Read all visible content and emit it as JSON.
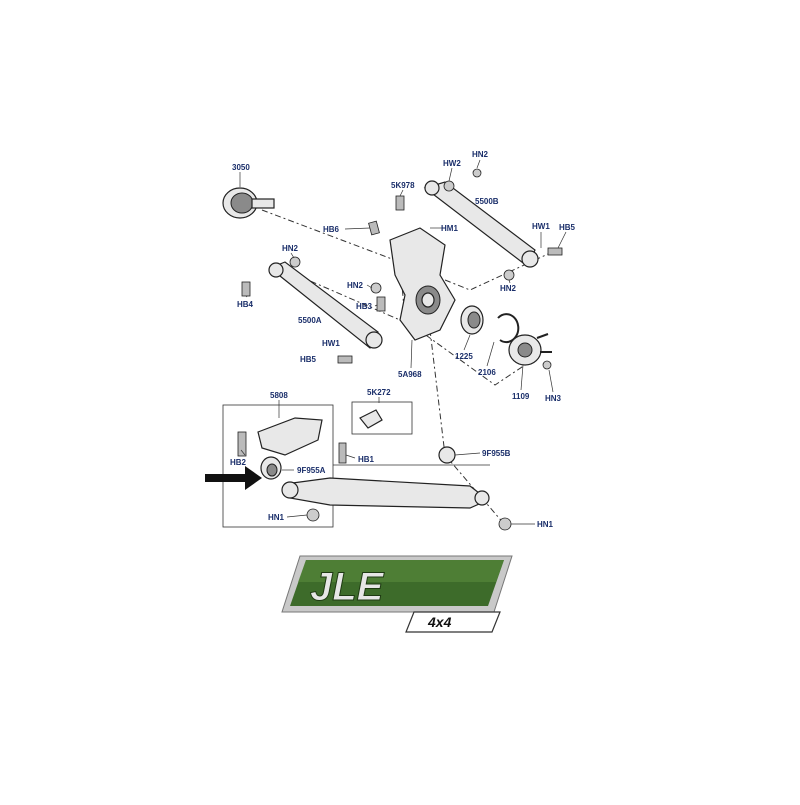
{
  "labels": {
    "p3050": "3050",
    "hw2": "HW2",
    "hn2_top": "HN2",
    "p5k978": "5K978",
    "p5500b": "5500B",
    "hb6": "HB6",
    "hm1": "HM1",
    "hw1_right": "HW1",
    "hb5_right": "HB5",
    "hn2_left": "HN2",
    "hn2_right": "HN2",
    "hb4": "HB4",
    "hn2_mid": "HN2",
    "hb3": "HB3",
    "p5500a": "5500A",
    "hw1_left": "HW1",
    "hb5_left": "HB5",
    "p5a968": "5A968",
    "p1225": "1225",
    "p2106": "2106",
    "p1109": "1109",
    "hn3": "HN3",
    "p5808": "5808",
    "p5k272": "5K272",
    "hb2": "HB2",
    "hb1": "HB1",
    "p9f955a": "9F955A",
    "p9f955b": "9F955B",
    "hn1_left": "HN1",
    "hn1_right": "HN1"
  },
  "logo": {
    "main": "JLE",
    "sub": "4x4",
    "colors": {
      "green": "#3d6b2a",
      "dark": "#1e3a12",
      "silver": "#c9c9c9"
    }
  },
  "colors": {
    "label": "#1a2e6a",
    "line": "#222222"
  }
}
